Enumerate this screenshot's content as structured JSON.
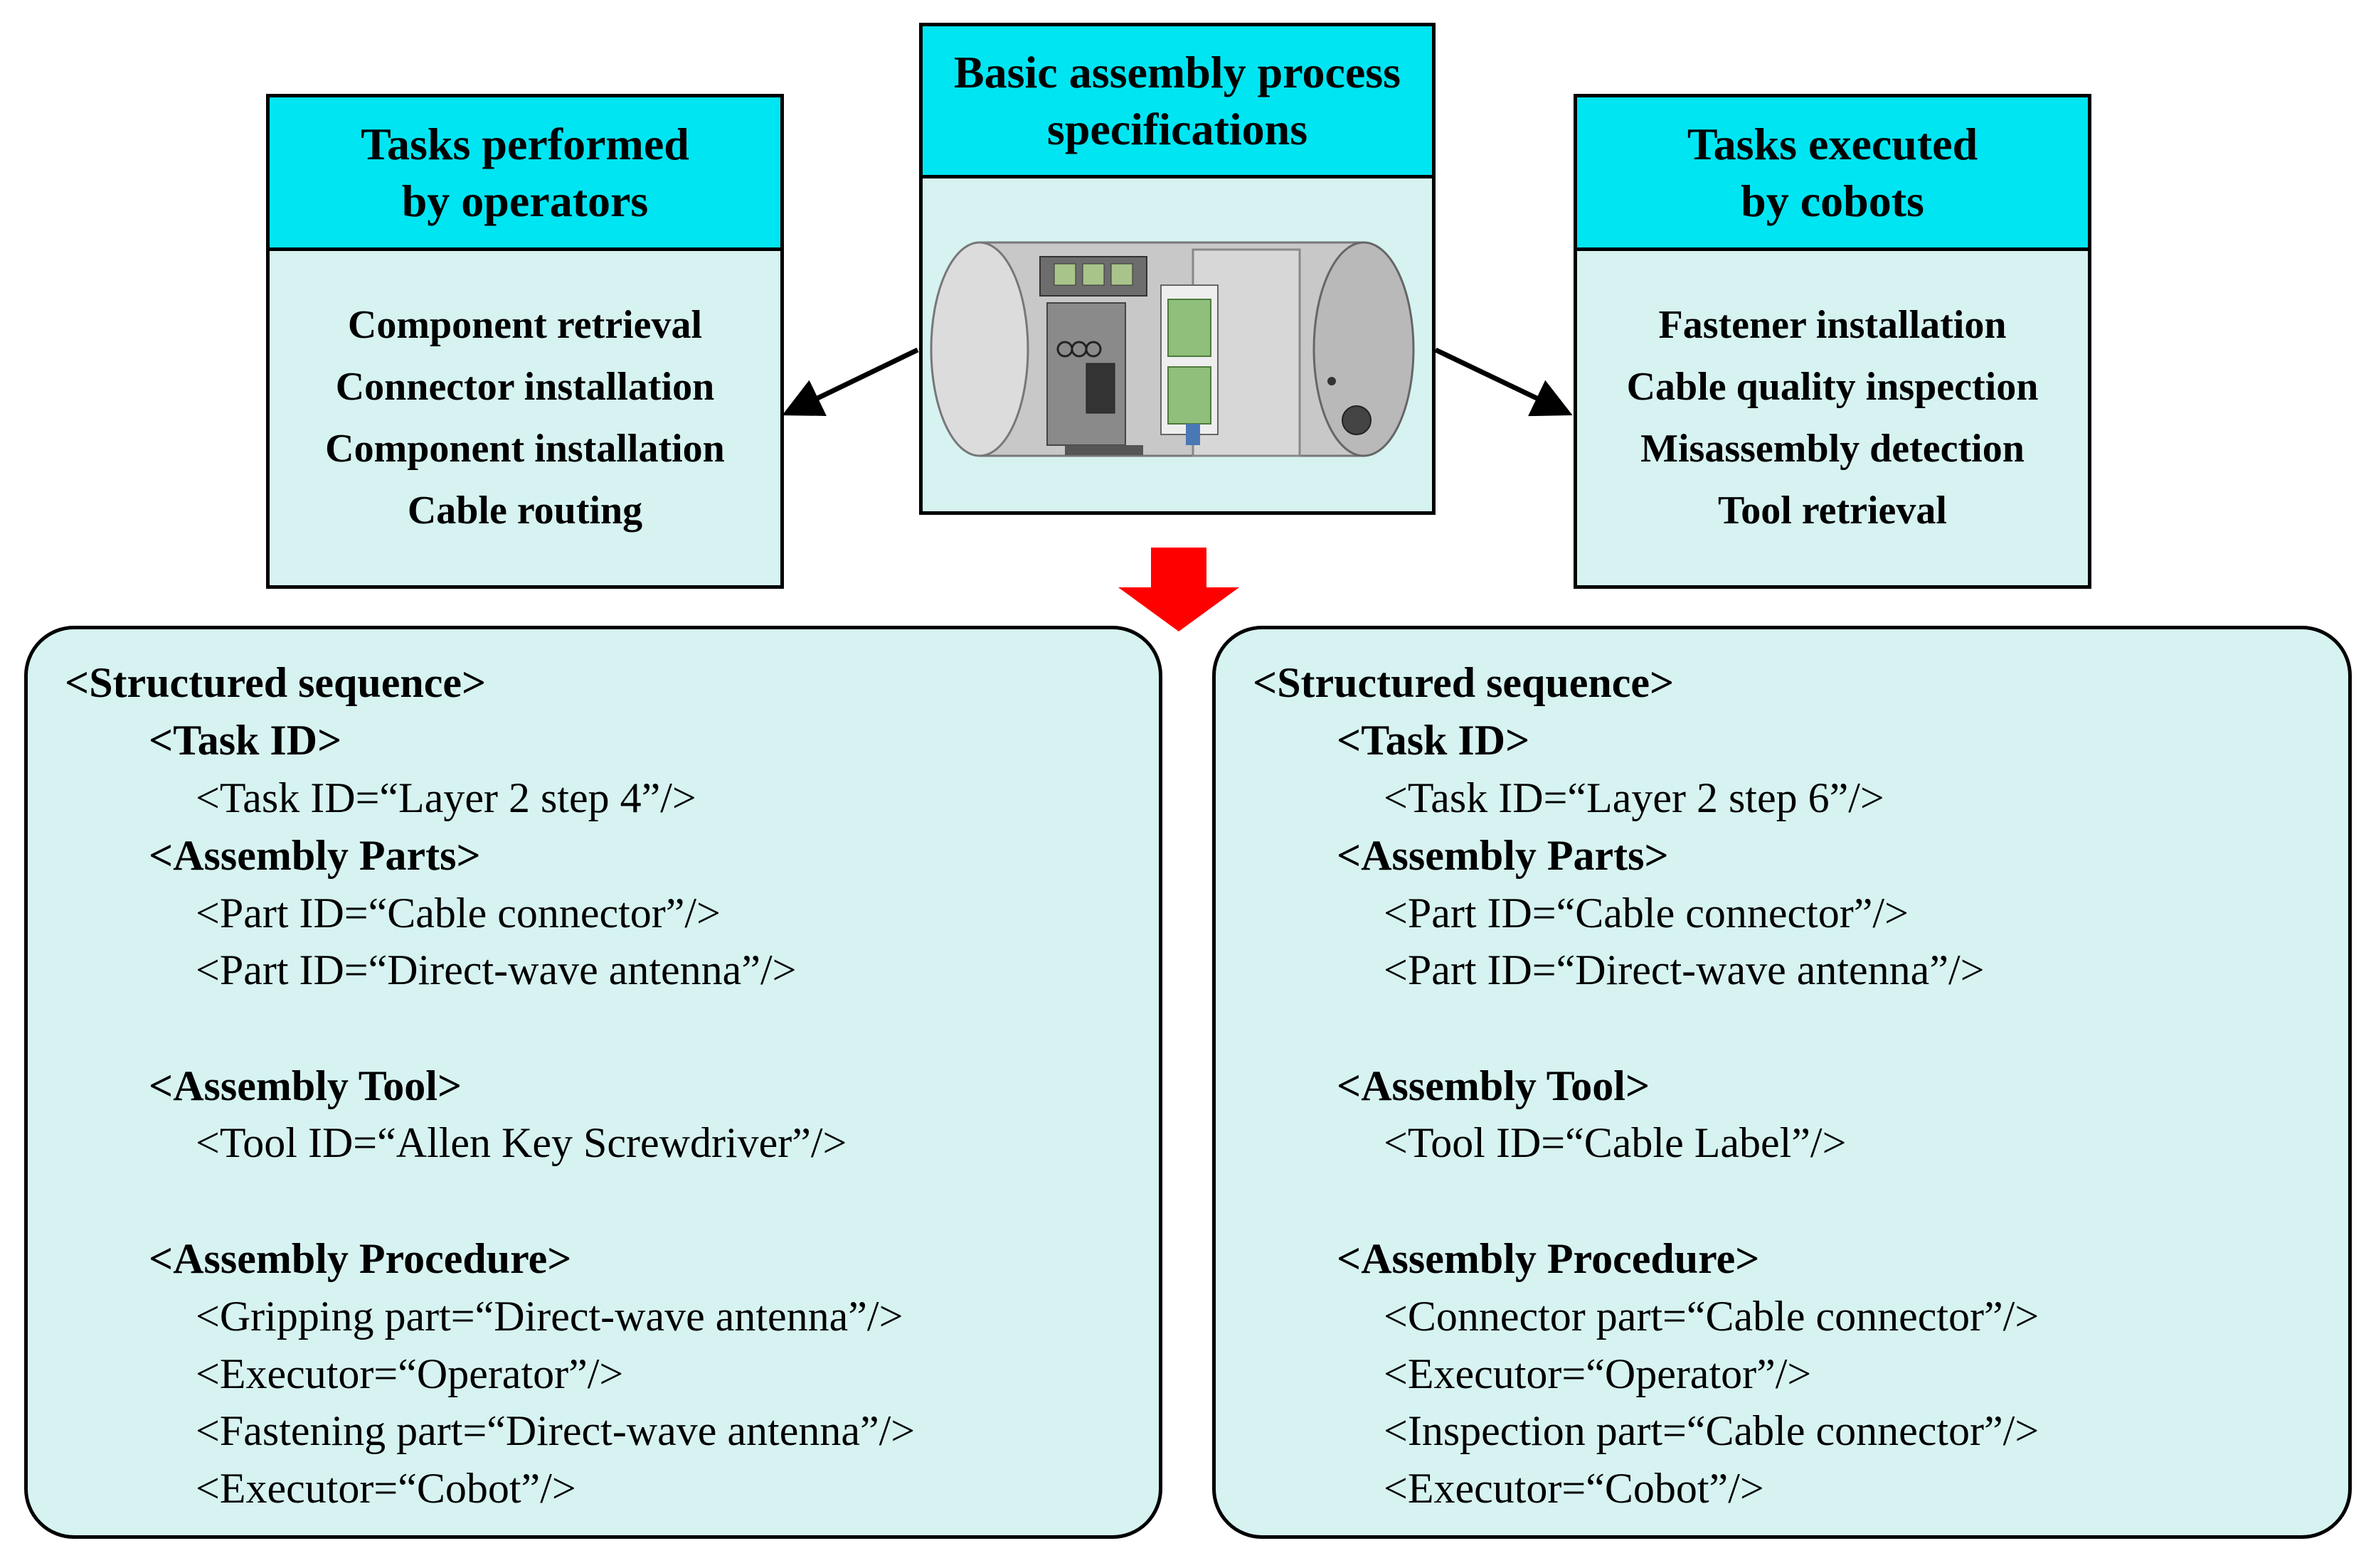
{
  "center_box": {
    "title_line1": "Basic assembly process",
    "title_line2": "specifications",
    "image_caption": ""
  },
  "left_box": {
    "title_line1": "Tasks performed",
    "title_line2": "by operators",
    "items": [
      "Component retrieval",
      "Connector installation",
      "Component installation",
      "Cable routing"
    ]
  },
  "right_box": {
    "title_line1": "Tasks executed",
    "title_line2": "by cobots",
    "items": [
      "Fastener installation",
      "Cable quality inspection",
      "Misassembly detection",
      "Tool retrieval"
    ]
  },
  "colors": {
    "header": "#00e5f2",
    "body": "#d6f3f1",
    "down_arrow": "#ff0000"
  },
  "left_panel": {
    "lines": [
      "<Structured sequence>",
      "<Task ID>",
      "<Task ID=“Layer 2 step 4”/>",
      "<Assembly Parts>",
      "<Part ID=“Cable connector”/>",
      "<Part ID=“Direct-wave antenna”/>",
      "<Assembly Tool>",
      "<Tool ID=“Allen Key Screwdriver”/>",
      "<Assembly Procedure>",
      "<Gripping part=“Direct-wave antenna”/>",
      "<Executor=“Operator”/>",
      "<Fastening part=“Direct-wave antenna”/>",
      "<Executor=“Cobot”/>"
    ]
  },
  "right_panel": {
    "lines": [
      "<Structured sequence>",
      "<Task ID>",
      "<Task ID=“Layer 2 step 6”/>",
      "<Assembly Parts>",
      "<Part ID=“Cable connector”/>",
      "<Part ID=“Direct-wave antenna”/>",
      "<Assembly Tool>",
      "<Tool ID=“Cable Label”/>",
      "<Assembly Procedure>",
      "<Connector part=“Cable connector”/>",
      "<Executor=“Operator”/>",
      "<Inspection part=“Cable connector”/>",
      "<Executor=“Cobot”/>"
    ]
  }
}
